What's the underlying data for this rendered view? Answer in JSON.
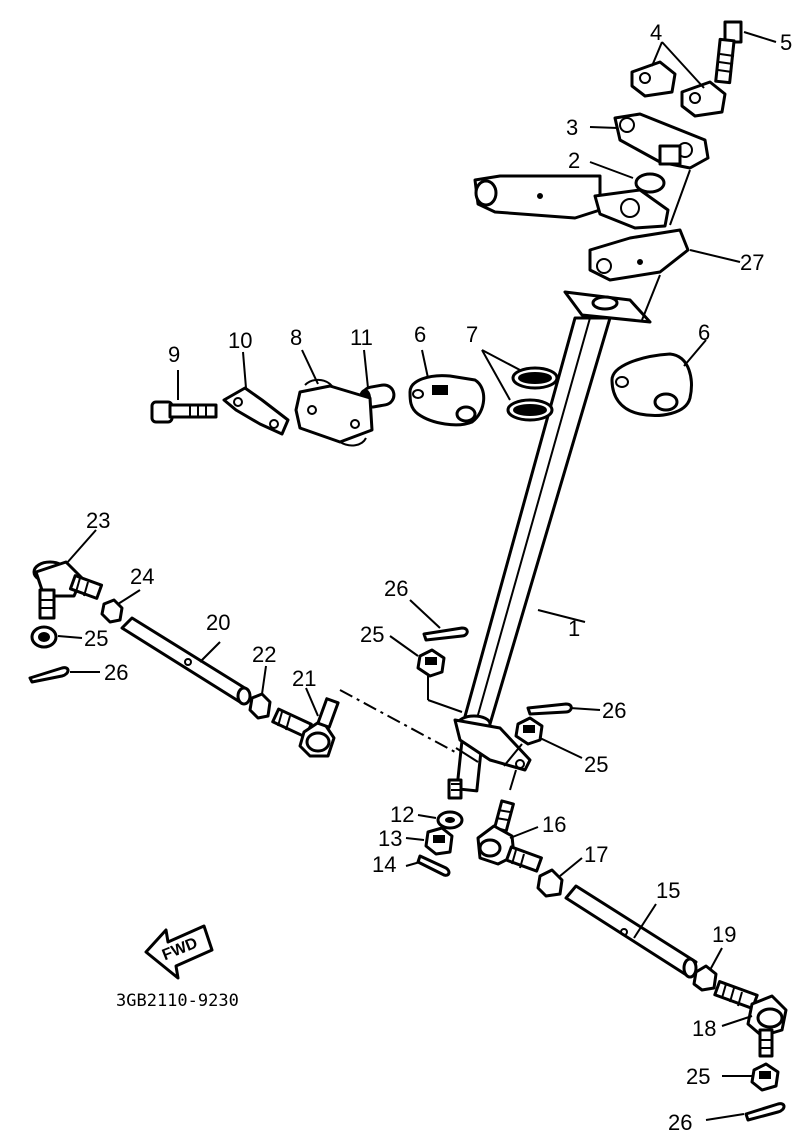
{
  "diagram": {
    "part_number_code": "3GB2110-9230",
    "fwd_label": "FWD",
    "callouts": [
      {
        "id": "c1",
        "text": "1"
      },
      {
        "id": "c2",
        "text": "2"
      },
      {
        "id": "c3",
        "text": "3"
      },
      {
        "id": "c4",
        "text": "4"
      },
      {
        "id": "c5",
        "text": "5"
      },
      {
        "id": "c6a",
        "text": "6"
      },
      {
        "id": "c6b",
        "text": "6"
      },
      {
        "id": "c7",
        "text": "7"
      },
      {
        "id": "c8",
        "text": "8"
      },
      {
        "id": "c9",
        "text": "9"
      },
      {
        "id": "c10",
        "text": "10"
      },
      {
        "id": "c11",
        "text": "11"
      },
      {
        "id": "c12",
        "text": "12"
      },
      {
        "id": "c13",
        "text": "13"
      },
      {
        "id": "c14",
        "text": "14"
      },
      {
        "id": "c15",
        "text": "15"
      },
      {
        "id": "c16",
        "text": "16"
      },
      {
        "id": "c17",
        "text": "17"
      },
      {
        "id": "c18",
        "text": "18"
      },
      {
        "id": "c19",
        "text": "19"
      },
      {
        "id": "c20",
        "text": "20"
      },
      {
        "id": "c21",
        "text": "21"
      },
      {
        "id": "c22",
        "text": "22"
      },
      {
        "id": "c23",
        "text": "23"
      },
      {
        "id": "c24",
        "text": "24"
      },
      {
        "id": "c25a",
        "text": "25"
      },
      {
        "id": "c25b",
        "text": "25"
      },
      {
        "id": "c25c",
        "text": "25"
      },
      {
        "id": "c25d",
        "text": "25"
      },
      {
        "id": "c26a",
        "text": "26"
      },
      {
        "id": "c26b",
        "text": "26"
      },
      {
        "id": "c26c",
        "text": "26"
      },
      {
        "id": "c26d",
        "text": "26"
      },
      {
        "id": "c27",
        "text": "27"
      }
    ]
  }
}
